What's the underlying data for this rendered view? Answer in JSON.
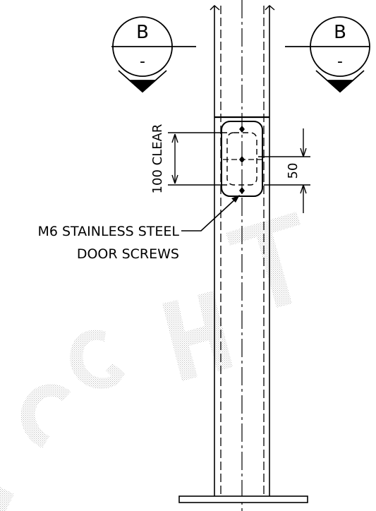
{
  "section_markers": {
    "left": {
      "letter": "B",
      "sheet": "-"
    },
    "right": {
      "letter": "B",
      "sheet": "-"
    }
  },
  "dimensions": {
    "door_clear": "100 CLEAR",
    "screw_offset": "50"
  },
  "callout": {
    "line1": "M6 STAINLESS STEEL",
    "line2": "DOOR SCREWS"
  },
  "watermark": "COPYRIGHT",
  "colors": {
    "ink": "#000000",
    "watermark": "#d9d9d9"
  }
}
